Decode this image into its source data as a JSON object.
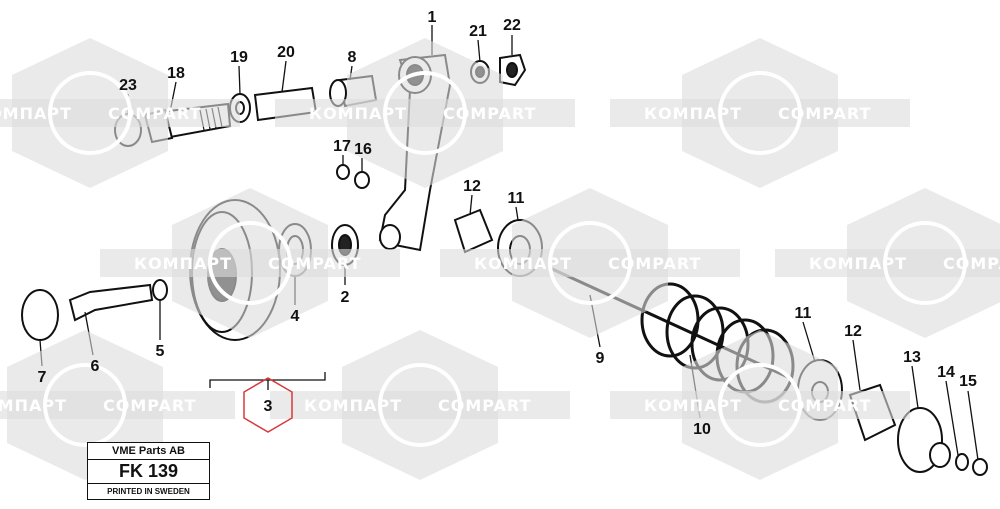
{
  "watermark": {
    "text_ru": "КОМПАРТ",
    "text_en": "COMPART",
    "color": "#dcdcdc"
  },
  "title_block": {
    "company": "VME Parts AB",
    "code": "FK 139",
    "printed": "PRINTED IN SWEDEN"
  },
  "highlight_color": "#d9383a",
  "callouts": [
    "1",
    "21",
    "22",
    "23",
    "18",
    "19",
    "20",
    "8",
    "17",
    "16",
    "12",
    "11",
    "2",
    "4",
    "5",
    "6",
    "7",
    "3",
    "9",
    "10",
    "11",
    "12",
    "13",
    "14",
    "15"
  ]
}
